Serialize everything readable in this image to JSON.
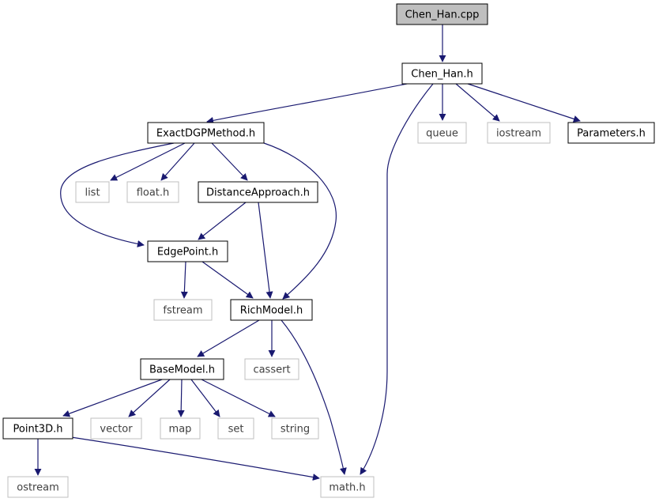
{
  "colors": {
    "edge": "#191970",
    "root_fill": "#bfbfbf",
    "node_border": "#000000",
    "system_border": "#bfbfbf",
    "system_text": "#3f3f3f",
    "text": "#000000"
  },
  "nodes": {
    "chen_han_cpp": "Chen_Han.cpp",
    "chen_han_h": "Chen_Han.h",
    "exact_dgp": "ExactDGPMethod.h",
    "queue": "queue",
    "iostream": "iostream",
    "parameters": "Parameters.h",
    "list": "list",
    "float_h": "float.h",
    "distance_approach": "DistanceApproach.h",
    "edge_point": "EdgePoint.h",
    "fstream": "fstream",
    "rich_model": "RichModel.h",
    "base_model": "BaseModel.h",
    "cassert": "cassert",
    "point3d": "Point3D.h",
    "vector": "vector",
    "map": "map",
    "set": "set",
    "string": "string",
    "ostream": "ostream",
    "math_h": "math.h"
  }
}
